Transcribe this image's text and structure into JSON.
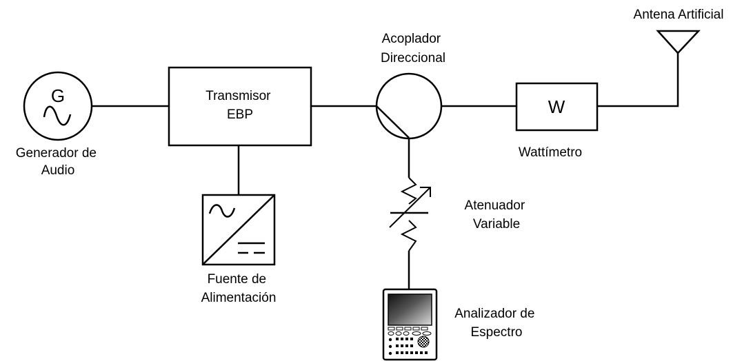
{
  "diagram": {
    "generator": {
      "symbol": "G",
      "label_lines": [
        "Generador de",
        "Audio"
      ]
    },
    "transmitter": {
      "label_lines": [
        "Transmisor",
        "EBP"
      ]
    },
    "power_supply": {
      "label_lines": [
        "Fuente de",
        "Alimentación"
      ]
    },
    "coupler": {
      "label_lines": [
        "Acoplador",
        "Direccional"
      ]
    },
    "attenuator": {
      "label_lines": [
        "Atenuador",
        "Variable"
      ]
    },
    "analyzer": {
      "label_lines": [
        "Analizador de",
        "Espectro"
      ]
    },
    "wattmeter": {
      "symbol": "W",
      "label": "Wattímetro"
    },
    "antenna": {
      "label": "Antena Artificial"
    }
  }
}
